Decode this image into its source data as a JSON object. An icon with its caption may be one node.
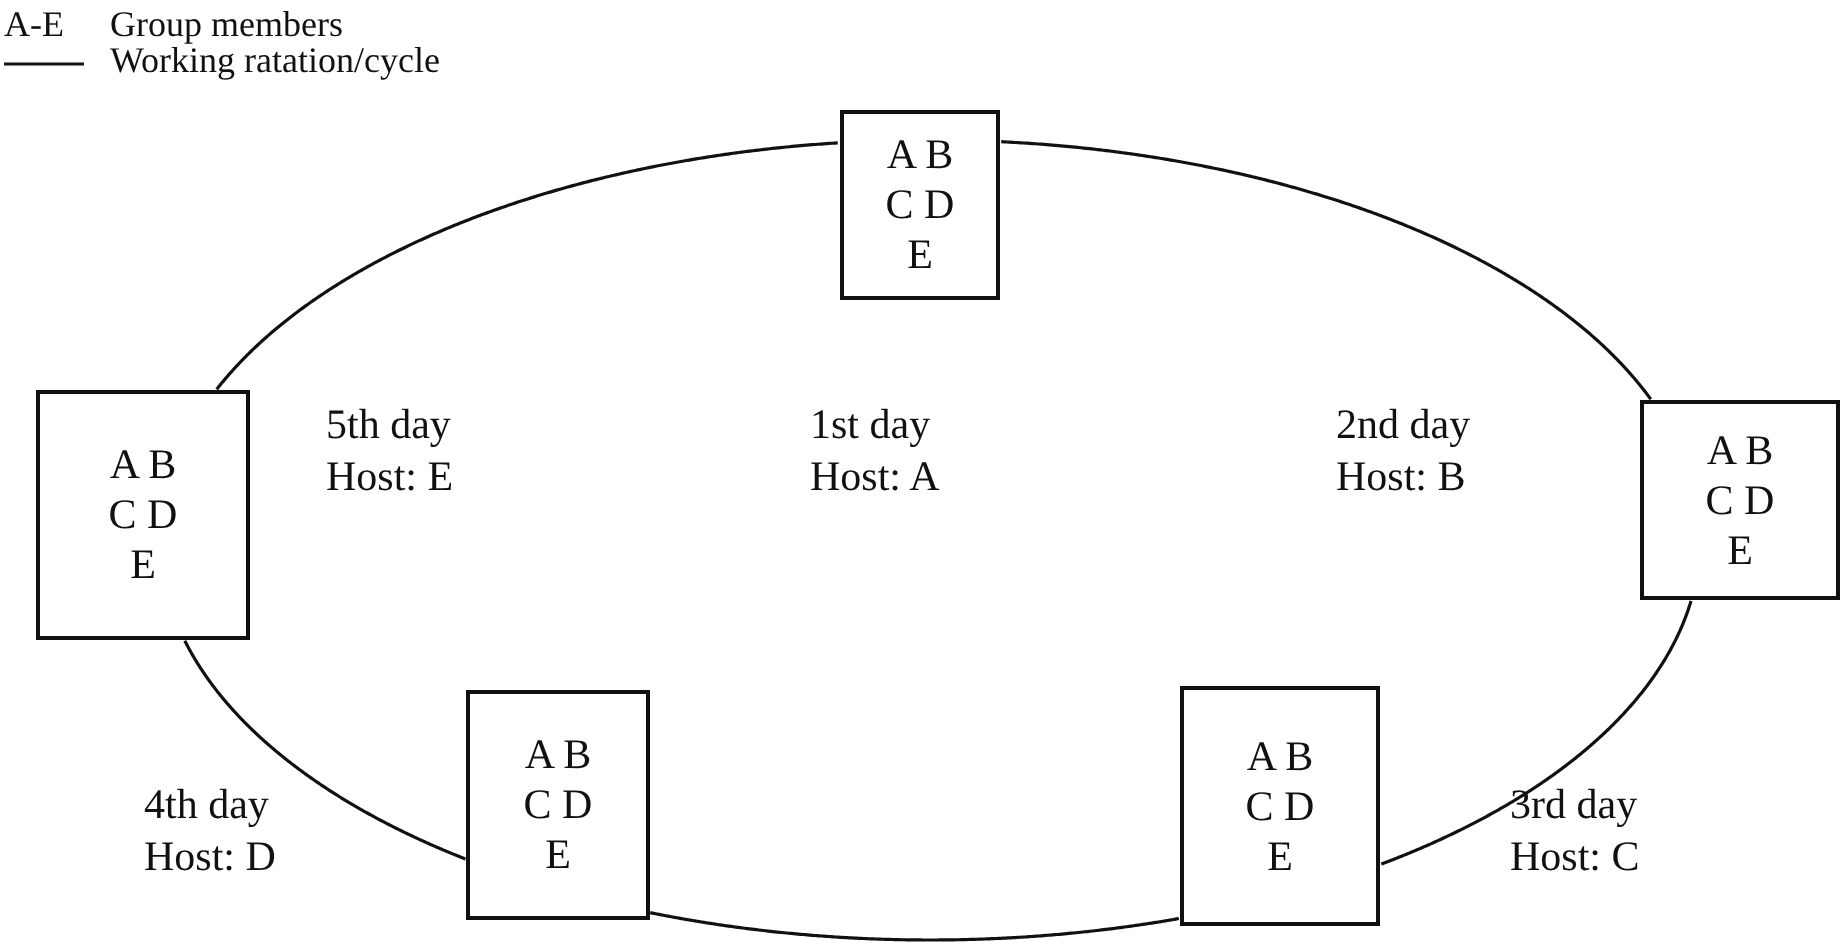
{
  "diagram": {
    "nodes": [
      {
        "text": [
          "A B",
          "C D",
          "E"
        ],
        "beside": [
          "1st day",
          "Host: A"
        ]
      },
      {
        "text": [
          "A B",
          "C D",
          "E"
        ],
        "beside": [
          "2nd day",
          "Host: B"
        ]
      },
      {
        "text": [
          "A B",
          "C D",
          "E"
        ],
        "beside": [
          "3rd day",
          "Host: C"
        ]
      },
      {
        "text": [
          "A B",
          "C D",
          "E"
        ],
        "beside": [
          "4th day",
          "Host: D"
        ]
      },
      {
        "text": [
          "A B",
          "C D",
          "E"
        ],
        "beside": [
          "5th day",
          "Host: E"
        ]
      }
    ],
    "edges": [
      {
        "from": 0,
        "to": 1,
        "arrow": "none"
      },
      {
        "from": 1,
        "to": 2,
        "arrow": "none"
      },
      {
        "from": 2,
        "to": 3,
        "arrow": "none"
      },
      {
        "from": 3,
        "to": 4,
        "arrow": "none"
      },
      {
        "from": 4,
        "to": 0,
        "arrow": "none"
      }
    ],
    "labels": [
      "A-E",
      "Group members"
    ],
    "legend": [
      {
        "text": "Working ratation/cycle"
      }
    ]
  }
}
